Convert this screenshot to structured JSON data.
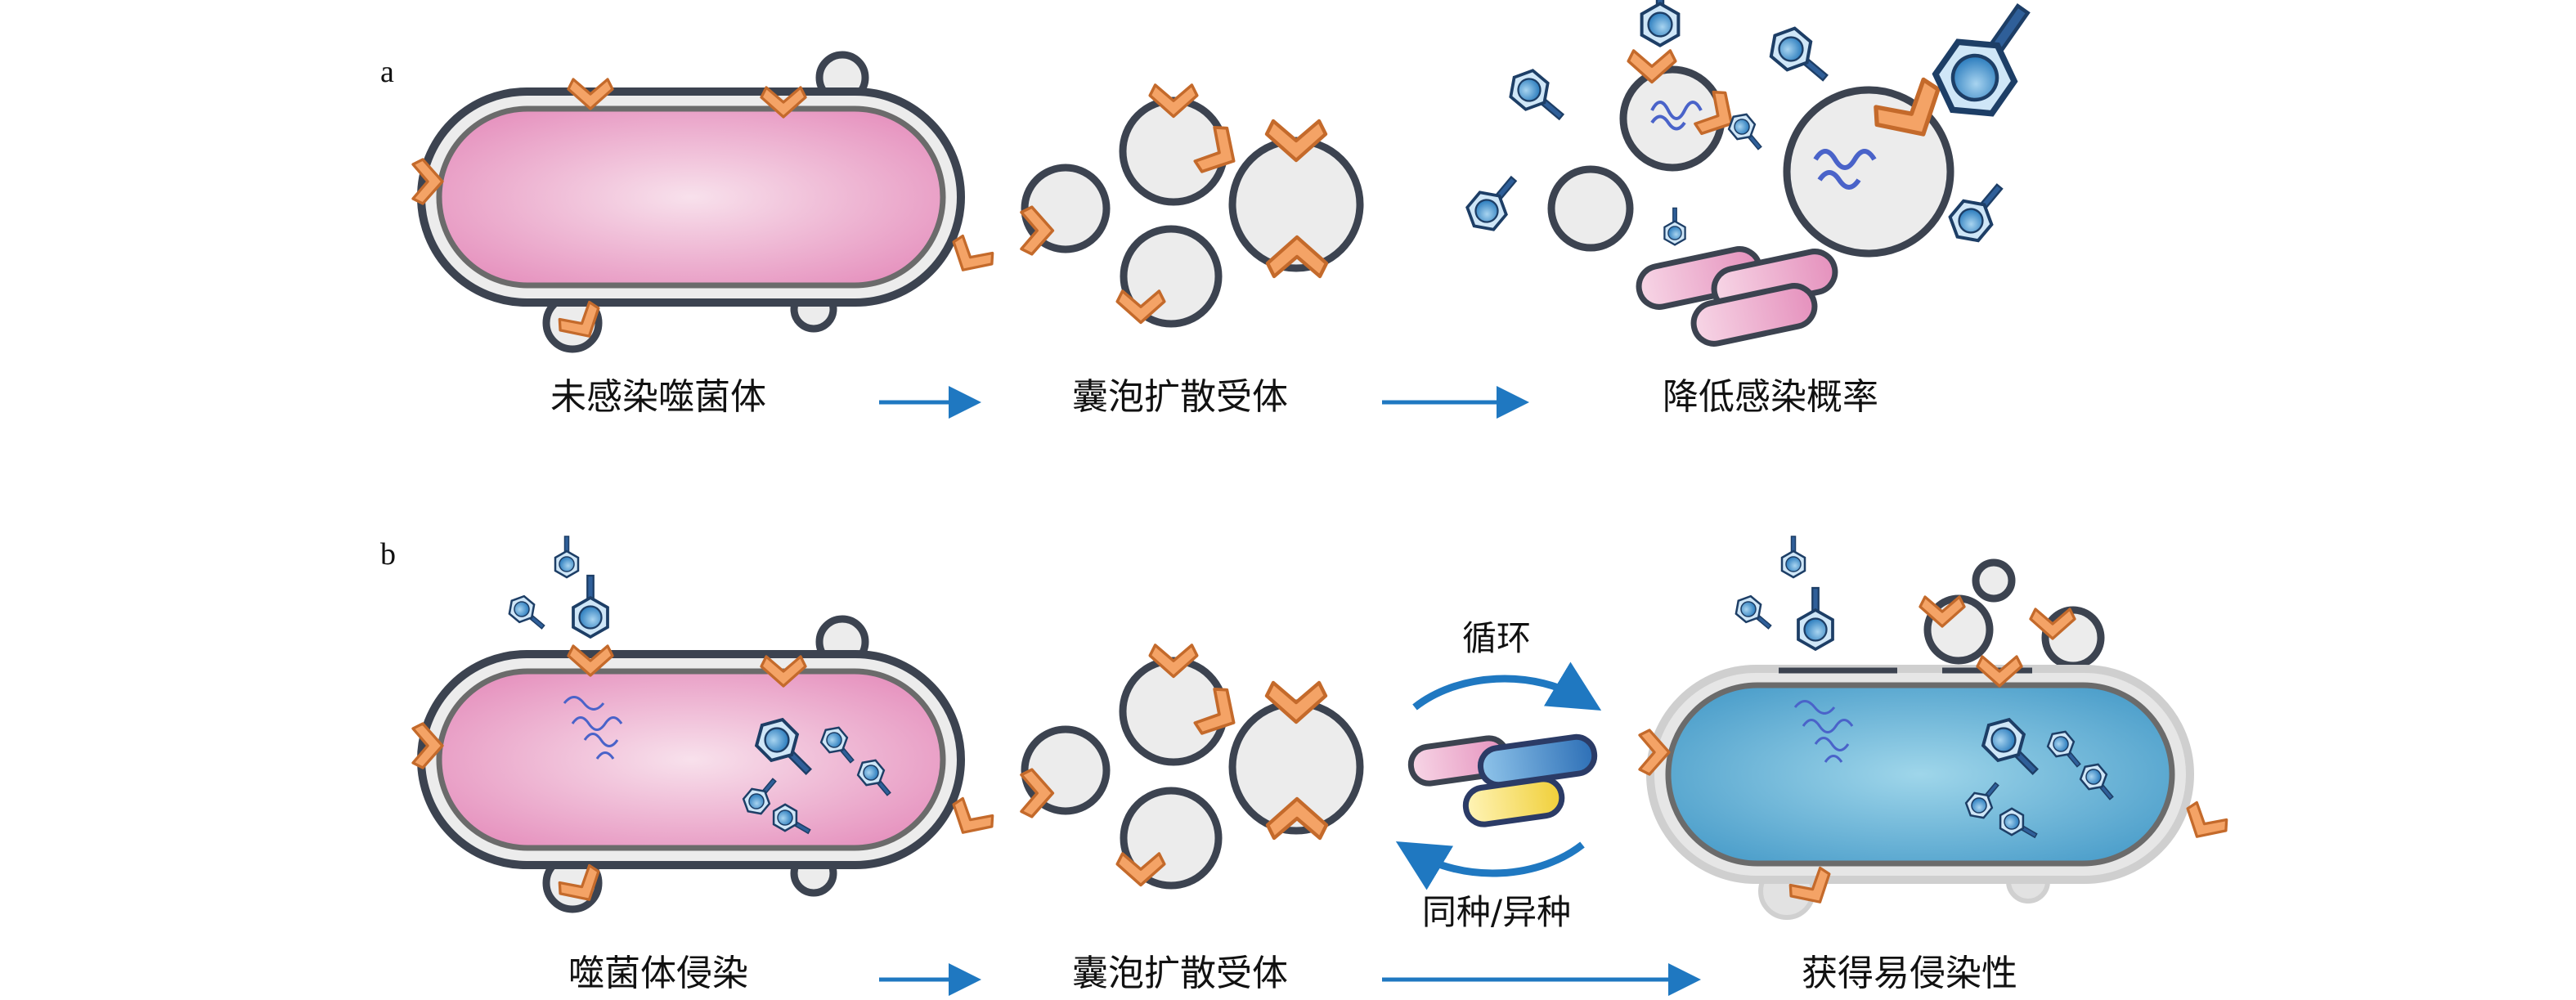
{
  "panels": [
    {
      "letter": "a",
      "captions": [
        "未感染噬菌体",
        "囊泡扩散受体",
        "降低感染概率"
      ]
    },
    {
      "letter": "b",
      "captions": [
        "噬菌体侵染",
        "囊泡扩散受体",
        "获得易侵染性"
      ],
      "cycle_top": "循环",
      "cycle_bottom": "同种/异种"
    }
  ],
  "colors": {
    "cell_pink": "#ec9fc6",
    "cell_blue": "#5fb1d6",
    "receptor": "#f4a366",
    "vesicle": "#ececec",
    "outline": "#3c4350",
    "phage": "#3b8fce",
    "arrow": "#1f78c1",
    "dna": "#4a63c9",
    "yellow_cell": "#f6dc4e"
  }
}
